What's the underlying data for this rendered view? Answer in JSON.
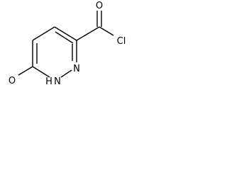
{
  "molecule": {
    "atoms": {
      "carbonyl_o": "O",
      "chlorine": "Cl",
      "ring_n": "N",
      "ring_nh": "N",
      "ring_nh_h": "H",
      "hydroxy_o": "O"
    }
  }
}
